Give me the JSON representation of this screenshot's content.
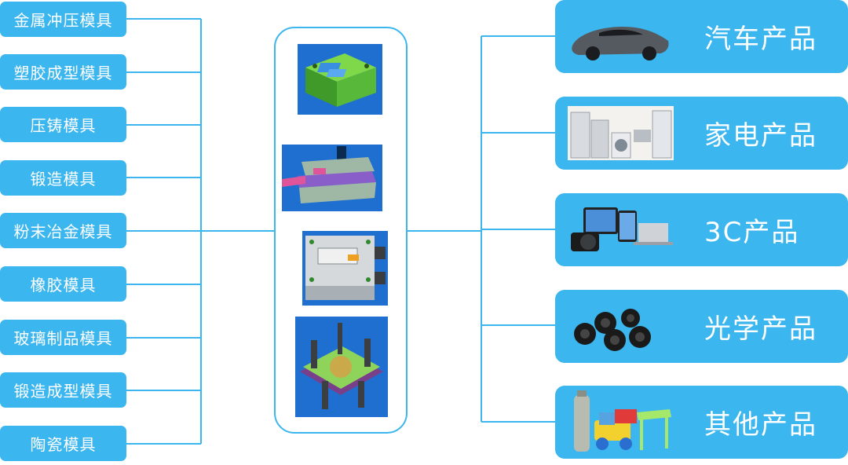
{
  "mold_types": [
    "金属冲压模具",
    "塑胶成型模具",
    "压铸模具",
    "锻造模具",
    "粉末冶金模具",
    "橡胶模具",
    "玻璃制品模具",
    "锻造成型模具",
    "陶瓷模具"
  ],
  "mold_images": [
    "mold-assembly-green",
    "mold-assembly-purple",
    "mold-assembly-grey",
    "mold-assembly-3d-green"
  ],
  "products": [
    {
      "label": "汽车产品",
      "icon": "car-image"
    },
    {
      "label": "家电产品",
      "icon": "appliances-image"
    },
    {
      "label": "3C产品",
      "icon": "electronics-image"
    },
    {
      "label": "光学产品",
      "icon": "camera-lens-image"
    },
    {
      "label": "其他产品",
      "icon": "toys-image"
    }
  ],
  "colors": {
    "accent": "#3cb6ee",
    "line": "#3cb6ee",
    "text": "#ffffff"
  }
}
